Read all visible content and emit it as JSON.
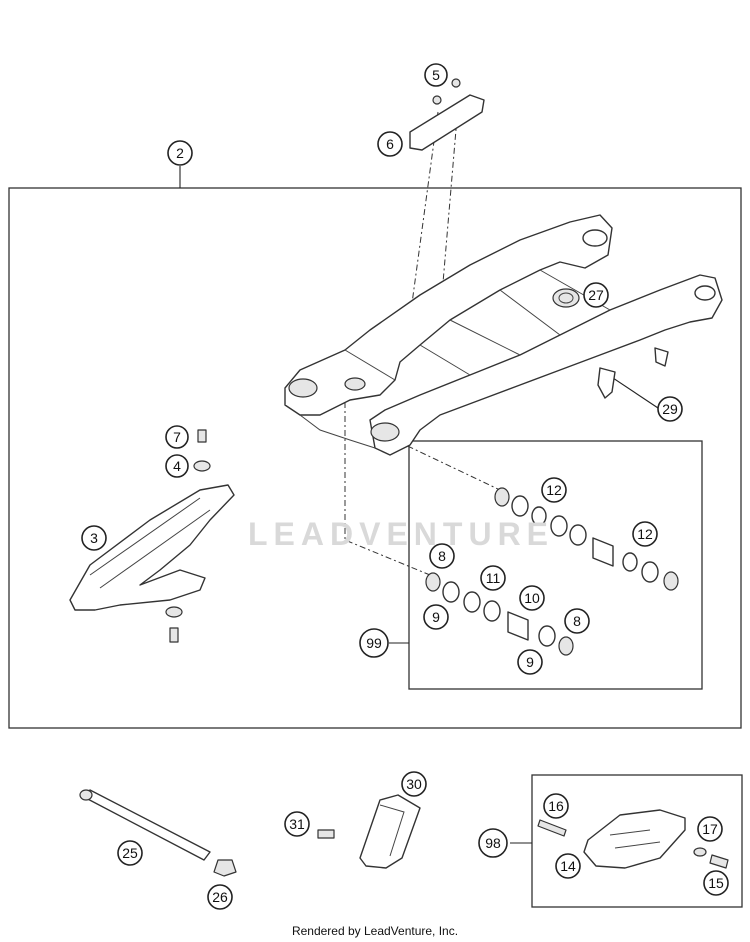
{
  "watermark_text": "LEADVENTURE",
  "credit_text": "Rendered by LeadVenture, Inc.",
  "callouts": {
    "c5": "5",
    "c6": "6",
    "c2": "2",
    "c27": "27",
    "c29": "29",
    "c7": "7",
    "c4": "4",
    "c3": "3",
    "c12a": "12",
    "c12b": "12",
    "c8a": "8",
    "c11": "11",
    "c10": "10",
    "c9a": "9",
    "c8b": "8",
    "c9b": "9",
    "c99": "99",
    "c30": "30",
    "c31": "31",
    "c25": "25",
    "c26": "26",
    "c16": "16",
    "c17": "17",
    "c98": "98",
    "c14": "14",
    "c15": "15"
  }
}
